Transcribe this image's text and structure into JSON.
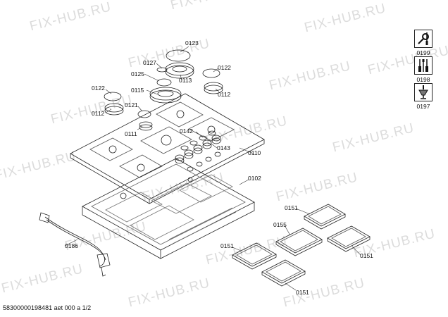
{
  "watermark": "FIX-HUB.RU",
  "parts": {
    "p0123": "0123",
    "p0127": "0127",
    "p0125": "0125",
    "p0113": "0113",
    "p0122a": "0122",
    "p0122b": "0122",
    "p0112a": "0112",
    "p0112b": "0112",
    "p0115": "0115",
    "p0121": "0121",
    "p0111": "0111",
    "p0142": "0142",
    "p0143": "0143",
    "p0110": "0110",
    "p0102": "0102",
    "p0186": "0186",
    "p0151a": "0151",
    "p0151b": "0151",
    "p0151c": "0151",
    "p0151d": "0151",
    "p0155": "0155"
  },
  "sidebar": [
    {
      "label": "0199",
      "icon": "wrench-screwdriver-icon"
    },
    {
      "label": "0198",
      "icon": "tools-icon"
    },
    {
      "label": "0197",
      "icon": "grease-icon"
    }
  ],
  "footer": "58300000198481 aet 000 a 1/2"
}
